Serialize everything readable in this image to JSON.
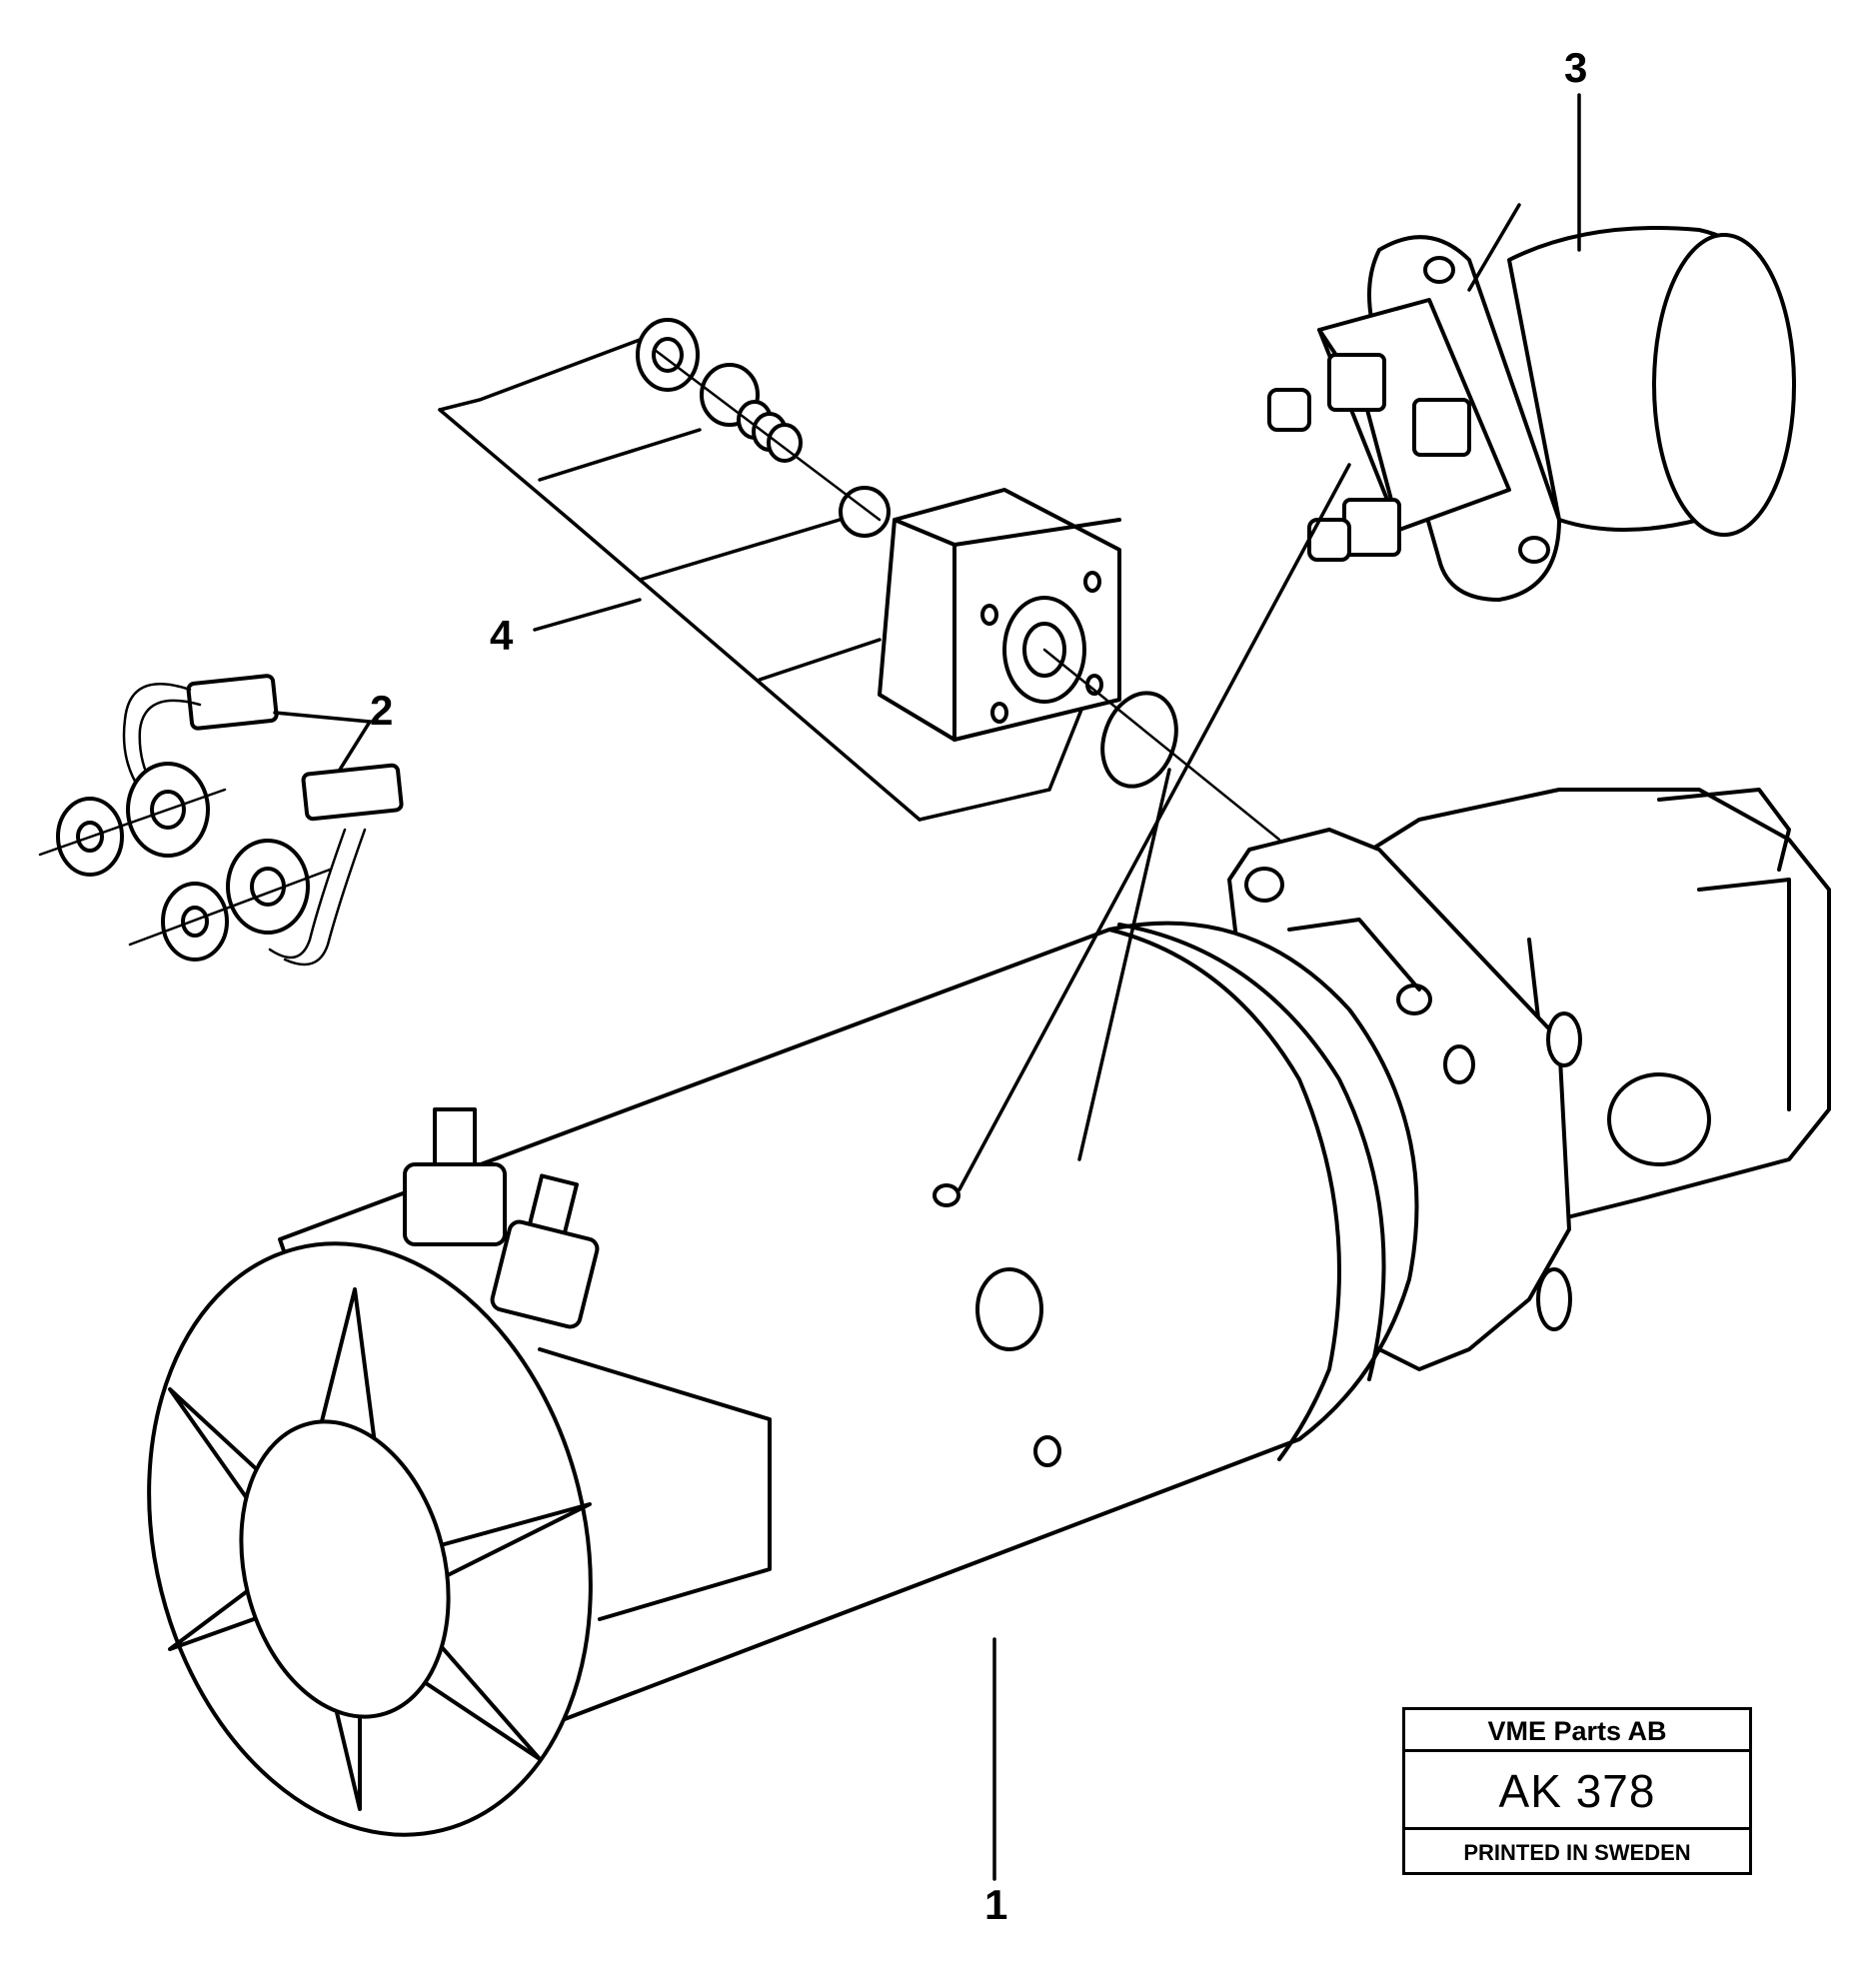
{
  "diagram": {
    "callouts": {
      "part_1": "1",
      "part_2": "2",
      "part_3": "3",
      "part_4": "4"
    }
  },
  "title_block": {
    "company": "VME Parts AB",
    "drawing_code": "AK  378",
    "printed_note": "PRINTED IN SWEDEN"
  },
  "colors": {
    "ink": "#000000",
    "paper": "#ffffff"
  }
}
